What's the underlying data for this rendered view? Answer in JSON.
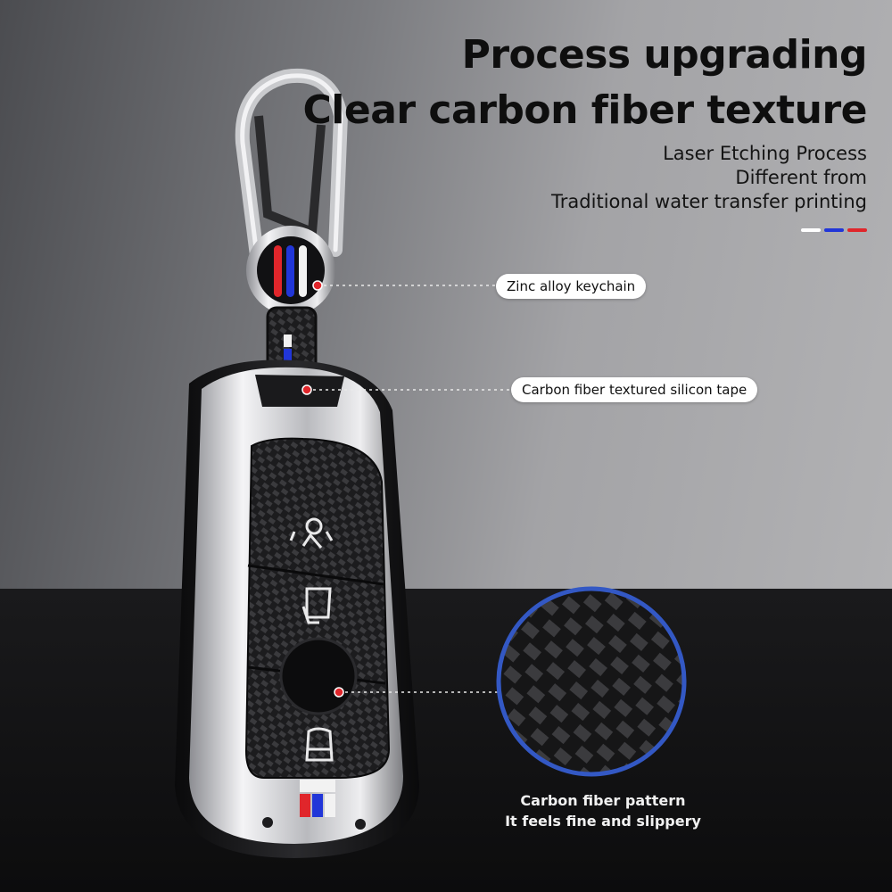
{
  "headline": {
    "line1": "Process upgrading",
    "line2": "Clear carbon fiber texture"
  },
  "subheading": {
    "line1": "Laser Etching Process",
    "line2": "Different from",
    "line3": "Traditional water transfer printing"
  },
  "accent_colors": [
    "#ffffff",
    "#2136d8",
    "#e0262b"
  ],
  "callouts": {
    "keychain": "Zinc alloy keychain",
    "tape": "Carbon fiber textured silicon tape"
  },
  "zoom_caption": {
    "line1": "Carbon fiber pattern",
    "line2": "It feels fine and slippery"
  },
  "colors": {
    "chrome": "#d9dadd",
    "carbon": "#1b1b1d",
    "dot": "#e0262b",
    "zoom_ring": "#3358c4"
  }
}
